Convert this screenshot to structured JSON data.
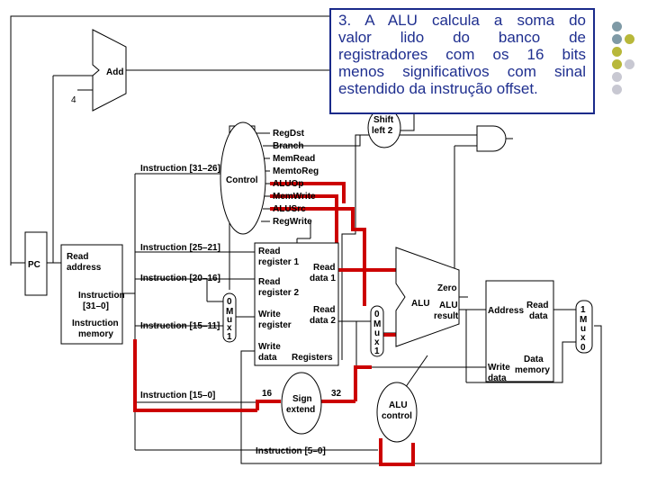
{
  "callout": {
    "lines": [
      "3. A ALU calcula a soma do",
      "valor lido do banco de",
      "registradores com os 16 bits",
      "menos significativos com sinal",
      "estendido da instrução offset."
    ]
  },
  "colors": {
    "highlight": "#cc0000",
    "callout_text": "#1f2f8f",
    "callout_border": "#1a2a8a",
    "dots": [
      "#7f9aa6",
      "#b8b83a",
      "#c8c8d2"
    ]
  },
  "labels": {
    "add": "Add",
    "four": "4",
    "pc": "PC",
    "read_address": [
      "Read",
      "address"
    ],
    "instruction_31_0": [
      "Instruction",
      "[31–0]"
    ],
    "instruction_memory": [
      "Instruction",
      "memory"
    ],
    "instr_31_26": "Instruction [31–26]",
    "instr_25_21": "Instruction [25–21]",
    "instr_20_16": "Instruction [20–16]",
    "instr_15_11": "Instruction [15–11]",
    "instr_15_0": "Instruction [15–0]",
    "instr_5_0": "Instruction [5–0]",
    "control": "Control",
    "control_signals": [
      "RegDst",
      "Branch",
      "MemRead",
      "MemtoReg",
      "ALUOp",
      "MemWrite",
      "ALUSrc",
      "RegWrite"
    ],
    "shift_left_2": [
      "Shift",
      "left 2"
    ],
    "read_register_1": [
      "Read",
      "register 1"
    ],
    "read_register_2": [
      "Read",
      "register 2"
    ],
    "write_register": [
      "Write",
      "register"
    ],
    "write_data": [
      "Write",
      "data"
    ],
    "read_data_1": [
      "Read",
      "data 1"
    ],
    "read_data_2": [
      "Read",
      "data 2"
    ],
    "registers": "Registers",
    "mux_a": [
      "0",
      "M",
      "u",
      "x",
      "1"
    ],
    "mux_b": [
      "0",
      "M",
      "u",
      "x",
      "1"
    ],
    "mux_c": [
      "1",
      "M",
      "u",
      "x",
      "0"
    ],
    "alu": "ALU",
    "zero": "Zero",
    "alu_result": [
      "ALU",
      "result"
    ],
    "address": "Address",
    "read_data": [
      "Read",
      "data"
    ],
    "data_memory": [
      "Data",
      "memory"
    ],
    "dm_write_data": [
      "Write",
      "data"
    ],
    "sign_extend": [
      "Sign",
      "extend"
    ],
    "sixteen": "16",
    "thirtytwo": "32",
    "alu_control": [
      "ALU",
      "control"
    ]
  }
}
